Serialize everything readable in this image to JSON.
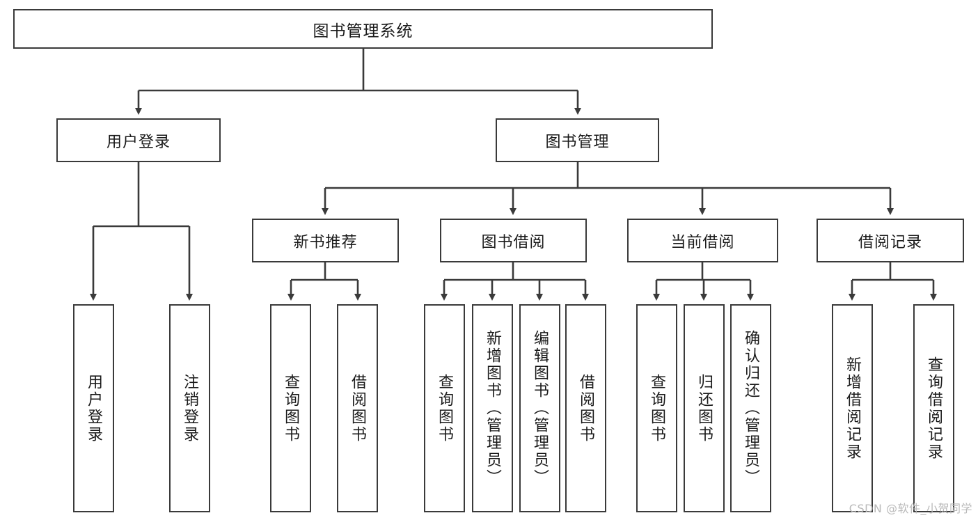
{
  "diagram": {
    "type": "tree-hierarchy",
    "title": "图书管理系统",
    "watermark": "CSDN @软件_小贺同学",
    "colors": {
      "box_border": "#3a3a3a",
      "box_fill": "#ffffff",
      "edge": "#3a3a3a",
      "text": "#1a1a1a",
      "watermark": "#b9b9b9",
      "background": "#ffffff"
    },
    "root": {
      "label": "图书管理系统"
    },
    "level1": [
      {
        "label": "用户登录"
      },
      {
        "label": "图书管理"
      }
    ],
    "level2": [
      {
        "label": "新书推荐"
      },
      {
        "label": "图书借阅"
      },
      {
        "label": "当前借阅"
      },
      {
        "label": "借阅记录"
      }
    ],
    "leaves": {
      "user_login": [
        {
          "label": "用户登录"
        },
        {
          "label": "注销登录"
        }
      ],
      "new_book_recommend": [
        {
          "label": "查询图书"
        },
        {
          "label": "借阅图书"
        }
      ],
      "book_borrow": [
        {
          "label": "查询图书"
        },
        {
          "label": "新增图书（管理员）"
        },
        {
          "label": "编辑图书（管理员）"
        },
        {
          "label": "借阅图书"
        }
      ],
      "current_borrow": [
        {
          "label": "查询图书"
        },
        {
          "label": "归还图书"
        },
        {
          "label": "确认归还（管理员）"
        }
      ],
      "borrow_record": [
        {
          "label": "新增借阅记录"
        },
        {
          "label": "查询借阅记录"
        }
      ]
    }
  }
}
